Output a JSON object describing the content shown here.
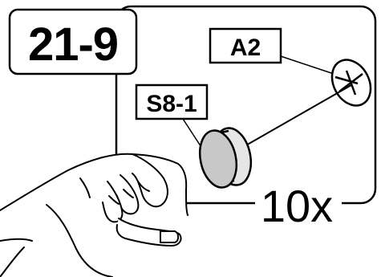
{
  "step": {
    "number": "21-9",
    "quantity": "10x"
  },
  "parts": {
    "fastener_label": "A2",
    "cap_label": "S8-1"
  },
  "colors": {
    "line": "#000000",
    "background": "#ffffff",
    "cap_fill": "#c8c8c8"
  },
  "icons": {
    "hand": "hand-illustration",
    "screw_head": "phillips-screw-head",
    "cap": "round-cover-cap"
  }
}
